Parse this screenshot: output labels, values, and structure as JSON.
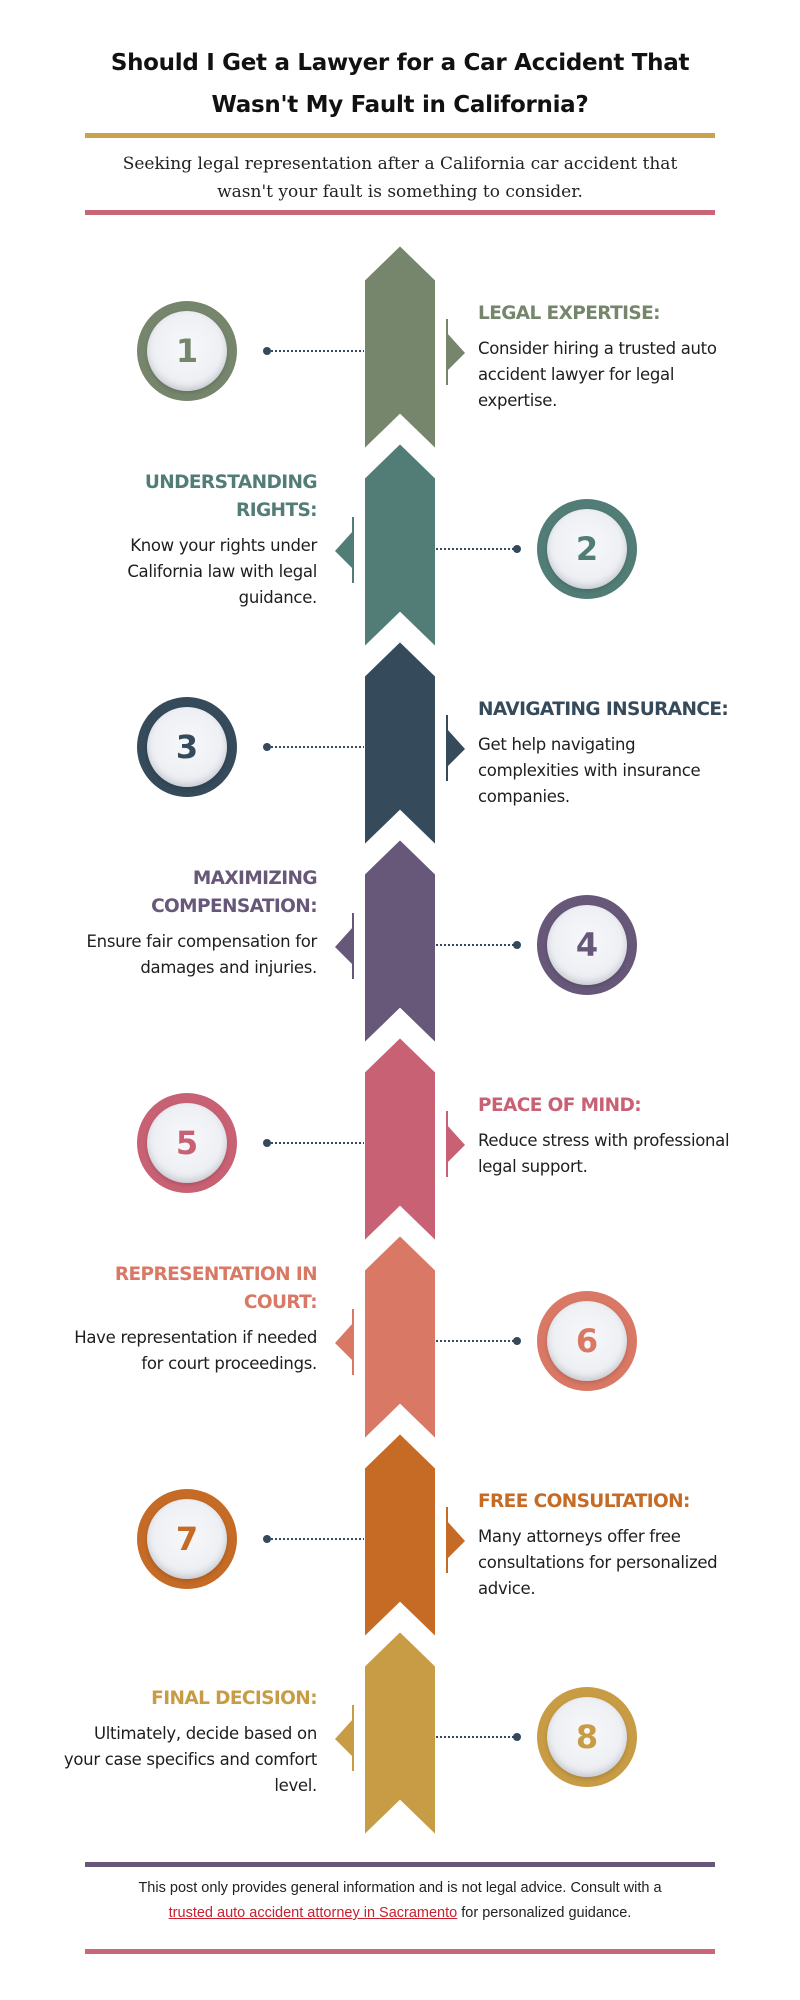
{
  "header": {
    "title_line1": "Should I Get a Lawyer for a Car Accident That",
    "title_line2": "Wasn't My Fault in California?",
    "subtitle_line1": "Seeking legal representation after a California car accident that",
    "subtitle_line2": "wasn't your fault is something to consider."
  },
  "colors": {
    "rule_top": "#c9a24e",
    "rule_mid": "#c96678",
    "rule_footer_top": "#67587a",
    "rule_footer_bottom": "#c96678",
    "connector": "#34495b",
    "link": "#c8202f"
  },
  "steps": [
    {
      "number": "1",
      "side": "right",
      "color": "#76866c",
      "heading": "LEGAL EXPERTISE:",
      "body": "Consider hiring a trusted auto accident lawyer for legal expertise."
    },
    {
      "number": "2",
      "side": "left",
      "color": "#527d77",
      "heading": "UNDERSTANDING RIGHTS:",
      "body": "Know your rights under California law with legal guidance."
    },
    {
      "number": "3",
      "side": "right",
      "color": "#354a5a",
      "heading": "NAVIGATING INSURANCE:",
      "body": "Get help navigating complexities with insurance companies."
    },
    {
      "number": "4",
      "side": "left",
      "color": "#67587a",
      "heading": "MAXIMIZING COMPENSATION:",
      "body": "Ensure fair compensation for damages and injuries."
    },
    {
      "number": "5",
      "side": "right",
      "color": "#c96174",
      "heading": "PEACE OF MIND:",
      "body": "Reduce stress with professional legal support."
    },
    {
      "number": "6",
      "side": "left",
      "color": "#d97865",
      "heading": "REPRESENTATION IN COURT:",
      "body": "Have representation if needed for court proceedings."
    },
    {
      "number": "7",
      "side": "right",
      "color": "#c56b25",
      "heading": "FREE CONSULTATION:",
      "body": "Many attorneys offer free consultations for personalized advice."
    },
    {
      "number": "8",
      "side": "left",
      "color": "#c89c44",
      "heading": "FINAL DECISION:",
      "body": "Ultimately, decide based on your case specifics and comfort level."
    }
  ],
  "footer": {
    "text_before": "This post only provides general information and is not legal advice. Consult with a",
    "link_text": "trusted auto accident attorney in Sacramento",
    "text_after": " for personalized guidance."
  }
}
